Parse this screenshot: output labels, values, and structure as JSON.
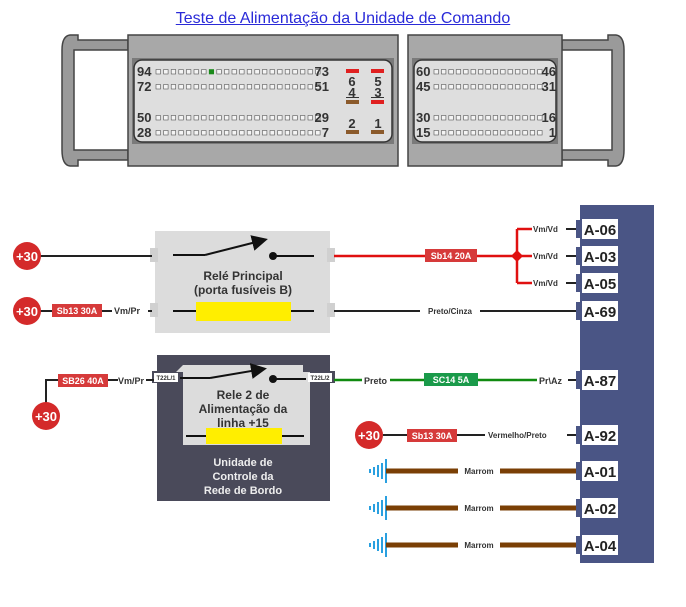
{
  "title": "Teste de Alimentação da Unidade de Comando",
  "colors": {
    "ecu_panel": "#4a5585",
    "source_red": "#d42a2a",
    "fuse_red": "#d63a3a",
    "fuse_green": "#1a9a4a",
    "wire_red": "#e01010",
    "wire_green": "#108a10",
    "wire_brown": "#7a3f05",
    "wire_black": "#222222",
    "relay_box": "#dcdcdc",
    "control_unit": "#4a4a5a",
    "fusible_yellow": "#ffee00",
    "ground_blue": "#2aa0e0"
  },
  "connector": {
    "left_block": {
      "rows": [
        {
          "left": "94",
          "right": "73"
        },
        {
          "left": "72",
          "right": "51"
        },
        {
          "left": "50",
          "right": "29"
        },
        {
          "left": "28",
          "right": "7"
        }
      ],
      "power_pins": [
        {
          "label": "6",
          "state": "red"
        },
        {
          "label": "5",
          "state": "red"
        },
        {
          "label": "4",
          "state": "brown"
        },
        {
          "label": "3",
          "state": "red"
        },
        {
          "label": "2",
          "state": "brown"
        },
        {
          "label": "1",
          "state": "brown"
        }
      ]
    },
    "right_block": {
      "rows": [
        {
          "left": "60",
          "right": "46"
        },
        {
          "left": "45",
          "right": "31"
        },
        {
          "left": "30",
          "right": "16"
        },
        {
          "left": "15",
          "right": "1"
        }
      ]
    }
  },
  "diagram": {
    "sources": [
      "+30",
      "+30",
      "+30",
      "+30"
    ],
    "relay_main": {
      "line1": "Relé Principal",
      "line2": "(porta fusíveis B)"
    },
    "relay2": {
      "line1": "Rele 2 de",
      "line2": "Alimentação da",
      "line3": "linha +15",
      "pin_in": "T22L/1",
      "pin_out": "T22L/2"
    },
    "control_unit": {
      "line1": "Unidade de",
      "line2": "Controle da",
      "line3": "Rede de Bordo"
    },
    "fuses": {
      "sb14": "Sb14 20A",
      "sb13_top": "Sb13 30A",
      "sb26": "SB26 40A",
      "sc14": "SC14 5A",
      "sb13_bottom": "Sb13 30A"
    },
    "wires": {
      "vm_pr_1": "Vm/Pr",
      "vm_pr_2": "Vm/Pr",
      "vm_vd_1": "Vm/Vd",
      "vm_vd_2": "Vm/Vd",
      "vm_vd_3": "Vm/Vd",
      "preto_cinza": "Preto/Cinza",
      "preto": "Preto",
      "pr_az": "Pr\\Az",
      "vermelho_preto": "Vermelho/Preto",
      "marrom_1": "Marrom",
      "marrom_2": "Marrom",
      "marrom_3": "Marrom"
    },
    "ecu_pins": [
      "A-06",
      "A-03",
      "A-05",
      "A-69",
      "A-87",
      "A-92",
      "A-01",
      "A-02",
      "A-04"
    ]
  }
}
